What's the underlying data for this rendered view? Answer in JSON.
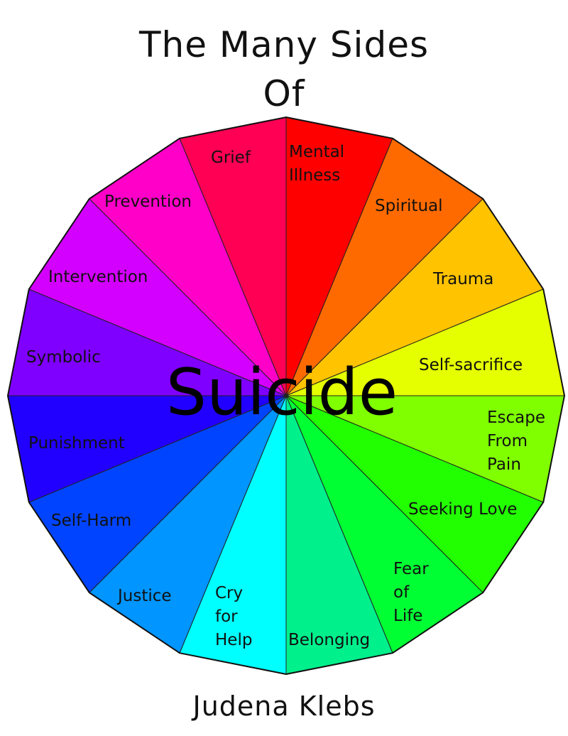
{
  "title": {
    "line1": "The Many Sides",
    "line2": "Of"
  },
  "center_word": "Suicide",
  "author": "Judena Klebs",
  "segments": [
    {
      "label": "Mental\nIllness",
      "color": "#ff0000"
    },
    {
      "label": "Spiritual",
      "color": "#ff6a00"
    },
    {
      "label": "Trauma",
      "color": "#ffc300"
    },
    {
      "label": "Self-sacrifice",
      "color": "#e5ff00"
    },
    {
      "label": "Escape\nFrom\nPain",
      "color": "#80ff00"
    },
    {
      "label": "Seeking Love",
      "color": "#22ff00"
    },
    {
      "label": "Fear\nof\nLife",
      "color": "#00ff33"
    },
    {
      "label": "Belonging",
      "color": "#00f08c"
    },
    {
      "label": "Cry\nfor\nHelp",
      "color": "#00ffff"
    },
    {
      "label": "Justice",
      "color": "#0095ff"
    },
    {
      "label": "Self-Harm",
      "color": "#0044ff"
    },
    {
      "label": "Punishment",
      "color": "#2200ff"
    },
    {
      "label": "Symbolic",
      "color": "#7f00ff"
    },
    {
      "label": "Intervention",
      "color": "#d400ff"
    },
    {
      "label": "Prevention",
      "color": "#ff00c8"
    },
    {
      "label": "Grief",
      "color": "#ff0055"
    }
  ]
}
